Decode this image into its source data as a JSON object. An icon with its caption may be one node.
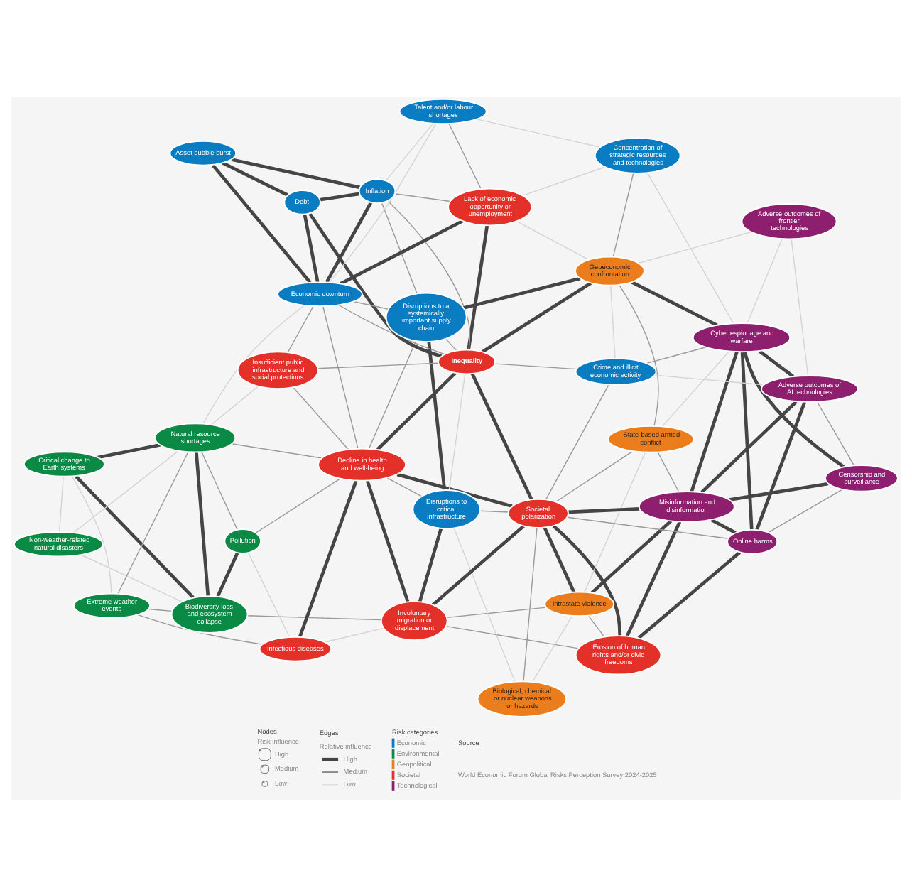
{
  "diagram": {
    "nodes": [
      {
        "text": [
          "Erosion of human rights and/or civic freedoms"
        ]
      },
      {
        "text": [
          "Intrastate violence"
        ]
      },
      {
        "text": [
          "Misinformation and disinformation"
        ]
      },
      {
        "text": [
          "Censorship and surveillance"
        ]
      },
      {
        "text": [
          "State-based armed conflict"
        ]
      },
      {
        "text": [
          "Biodiversity loss and ecosystem collapse"
        ]
      },
      {
        "text": [
          "Biological, chemical or nuclear weapons or hazards"
        ]
      },
      {
        "text": [
          "Pollution"
        ]
      },
      {
        "text": [
          "Involuntary migration or displacement"
        ]
      },
      {
        "text": [
          "Online harms"
        ]
      },
      {
        "text": [
          "Adverse outcomes of AI technologies"
        ]
      },
      {
        "text": [
          "Societal polarization"
        ]
      },
      {
        "text": [
          "Disruptions to critical infrastructure"
        ]
      },
      {
        "text": [
          "Infectious diseases"
        ]
      },
      {
        "text": [
          "Non-weather-related natural disasters"
        ]
      },
      {
        "text": [
          "Cyber espionage and warfare"
        ]
      },
      {
        "text": [
          "Crime and illicit economic activity"
        ]
      },
      {
        "text": [
          "Decline in health and well-being"
        ]
      },
      {
        "text": [
          "Inequality"
        ]
      },
      {
        "text": [
          "Extreme weather events"
        ]
      },
      {
        "text": [
          "Critical change to Earth systems"
        ]
      },
      {
        "text": [
          "Adverse outcomes of frontier technologies"
        ]
      },
      {
        "text": [
          "Geoeconomic confrontation"
        ]
      },
      {
        "text": [
          "Disruptions to a systemically important supply chain"
        ]
      },
      {
        "text": [
          "Insufficient public infrastructure and social protections"
        ]
      },
      {
        "text": [
          "Natural resource shortages"
        ]
      },
      {
        "text": [
          "Lack of economic opportunity or unemployment"
        ]
      },
      {
        "text": [
          "Concentration of strategic resources and technologies"
        ]
      },
      {
        "text": [
          "Inflation"
        ]
      },
      {
        "text": [
          "Talent and/or labour shortages"
        ]
      },
      {
        "text": [
          "Economic downturn"
        ]
      },
      {
        "text": [
          "Debt"
        ]
      },
      {
        "text": [
          "Asset bubble burst"
        ]
      }
    ],
    "edges": [
      {
        "from": 0,
        "to": 1,
        "arrow": "none"
      },
      {
        "from": 0,
        "to": 2,
        "arrow": "none",
        "style": "thick",
        "color": "#454545"
      },
      {
        "from": 0,
        "to": 8,
        "arrow": "none"
      },
      {
        "from": 0,
        "to": 9,
        "arrow": "none",
        "style": "thick",
        "color": "#454545"
      },
      {
        "from": 0,
        "to": 11,
        "arrow": "none",
        "style": "thick",
        "color": "#454545"
      },
      {
        "from": 1,
        "to": 2,
        "arrow": "none",
        "style": "thick",
        "color": "#454545"
      },
      {
        "from": 1,
        "to": 4,
        "arrow": "none",
        "color": "#d4d4d4"
      },
      {
        "from": 1,
        "to": 6,
        "arrow": "none",
        "color": "#d4d4d4"
      },
      {
        "from": 1,
        "to": 8,
        "arrow": "none"
      },
      {
        "from": 1,
        "to": 11,
        "arrow": "none",
        "style": "thick",
        "color": "#454545"
      },
      {
        "from": 2,
        "to": 3,
        "arrow": "none",
        "style": "thick",
        "color": "#454545"
      },
      {
        "from": 2,
        "to": 4,
        "arrow": "none"
      },
      {
        "from": 2,
        "to": 9,
        "arrow": "none",
        "style": "thick",
        "color": "#454545"
      },
      {
        "from": 2,
        "to": 10,
        "arrow": "none",
        "style": "thick",
        "color": "#454545"
      },
      {
        "from": 2,
        "to": 11,
        "arrow": "none",
        "style": "thick",
        "color": "#454545"
      },
      {
        "from": 2,
        "to": 15,
        "arrow": "none",
        "style": "thick",
        "color": "#454545"
      },
      {
        "from": 3,
        "to": 9,
        "arrow": "none"
      },
      {
        "from": 3,
        "to": 10,
        "arrow": "none"
      },
      {
        "from": 3,
        "to": 15,
        "arrow": "none",
        "style": "thick",
        "color": "#454545"
      },
      {
        "from": 4,
        "to": 11,
        "arrow": "none"
      },
      {
        "from": 4,
        "to": 15,
        "arrow": "none",
        "color": "#d4d4d4"
      },
      {
        "from": 4,
        "to": 22,
        "arrow": "none"
      },
      {
        "from": 5,
        "to": 7,
        "arrow": "none",
        "style": "thick",
        "color": "#454545"
      },
      {
        "from": 5,
        "to": 8,
        "arrow": "none"
      },
      {
        "from": 5,
        "to": 14,
        "arrow": "none",
        "color": "#d4d4d4"
      },
      {
        "from": 5,
        "to": 19,
        "arrow": "none"
      },
      {
        "from": 5,
        "to": 20,
        "arrow": "none",
        "style": "thick",
        "color": "#454545"
      },
      {
        "from": 5,
        "to": 25,
        "arrow": "none",
        "style": "thick",
        "color": "#454545"
      },
      {
        "from": 6,
        "to": 11,
        "arrow": "none"
      },
      {
        "from": 6,
        "to": 12,
        "arrow": "none",
        "color": "#d4d4d4"
      },
      {
        "from": 7,
        "to": 13,
        "arrow": "none",
        "color": "#d4d4d4"
      },
      {
        "from": 7,
        "to": 17,
        "arrow": "none"
      },
      {
        "from": 7,
        "to": 25,
        "arrow": "none"
      },
      {
        "from": 8,
        "to": 11,
        "arrow": "none",
        "style": "thick",
        "color": "#454545"
      },
      {
        "from": 8,
        "to": 12,
        "arrow": "none",
        "style": "thick",
        "color": "#454545"
      },
      {
        "from": 8,
        "to": 13,
        "arrow": "none",
        "color": "#d4d4d4"
      },
      {
        "from": 8,
        "to": 17,
        "arrow": "none",
        "style": "thick",
        "color": "#454545"
      },
      {
        "from": 9,
        "to": 10,
        "arrow": "none",
        "style": "thick",
        "color": "#454545"
      },
      {
        "from": 9,
        "to": 11,
        "arrow": "none"
      },
      {
        "from": 9,
        "to": 15,
        "arrow": "none",
        "style": "thick",
        "color": "#454545"
      },
      {
        "from": 10,
        "to": 15,
        "arrow": "none",
        "style": "thick",
        "color": "#454545"
      },
      {
        "from": 10,
        "to": 16,
        "arrow": "none",
        "color": "#d4d4d4"
      },
      {
        "from": 10,
        "to": 21,
        "arrow": "none",
        "color": "#d4d4d4"
      },
      {
        "from": 11,
        "to": 12,
        "arrow": "none"
      },
      {
        "from": 11,
        "to": 16,
        "arrow": "none"
      },
      {
        "from": 11,
        "to": 17,
        "arrow": "none",
        "style": "thick",
        "color": "#454545"
      },
      {
        "from": 11,
        "to": 18,
        "arrow": "none",
        "style": "thick",
        "color": "#454545"
      },
      {
        "from": 12,
        "to": 17,
        "arrow": "none"
      },
      {
        "from": 12,
        "to": 18,
        "arrow": "none",
        "color": "#d4d4d4"
      },
      {
        "from": 12,
        "to": 23,
        "arrow": "none",
        "style": "thick",
        "color": "#454545"
      },
      {
        "from": 13,
        "to": 17,
        "arrow": "none",
        "style": "thick",
        "color": "#454545"
      },
      {
        "from": 13,
        "to": 19,
        "arrow": "none"
      },
      {
        "from": 14,
        "to": 20,
        "arrow": "none",
        "color": "#d4d4d4"
      },
      {
        "from": 14,
        "to": 25,
        "arrow": "none",
        "color": "#d4d4d4"
      },
      {
        "from": 15,
        "to": 16,
        "arrow": "none"
      },
      {
        "from": 15,
        "to": 21,
        "arrow": "none",
        "color": "#d4d4d4"
      },
      {
        "from": 15,
        "to": 22,
        "arrow": "none",
        "style": "thick",
        "color": "#454545"
      },
      {
        "from": 15,
        "to": 27,
        "arrow": "none",
        "color": "#d4d4d4"
      },
      {
        "from": 16,
        "to": 18,
        "arrow": "none"
      },
      {
        "from": 16,
        "to": 22,
        "arrow": "none",
        "color": "#d4d4d4"
      },
      {
        "from": 17,
        "to": 18,
        "arrow": "none",
        "style": "thick",
        "color": "#454545"
      },
      {
        "from": 17,
        "to": 23,
        "arrow": "none"
      },
      {
        "from": 17,
        "to": 24,
        "arrow": "none"
      },
      {
        "from": 17,
        "to": 25,
        "arrow": "none"
      },
      {
        "from": 17,
        "to": 30,
        "arrow": "none"
      },
      {
        "from": 18,
        "to": 22,
        "arrow": "none",
        "style": "thick",
        "color": "#454545"
      },
      {
        "from": 18,
        "to": 23,
        "arrow": "none"
      },
      {
        "from": 18,
        "to": 24,
        "arrow": "none"
      },
      {
        "from": 18,
        "to": 26,
        "arrow": "none",
        "style": "thick",
        "color": "#454545"
      },
      {
        "from": 18,
        "to": 28,
        "arrow": "none"
      },
      {
        "from": 18,
        "to": 30,
        "arrow": "none"
      },
      {
        "from": 18,
        "to": 31,
        "arrow": "none",
        "style": "thick",
        "color": "#454545"
      },
      {
        "from": 19,
        "to": 20,
        "arrow": "none",
        "color": "#d4d4d4"
      },
      {
        "from": 19,
        "to": 25,
        "arrow": "none"
      },
      {
        "from": 20,
        "to": 25,
        "arrow": "none",
        "style": "thick",
        "color": "#454545"
      },
      {
        "from": 21,
        "to": 22,
        "arrow": "none",
        "color": "#d4d4d4"
      },
      {
        "from": 22,
        "to": 23,
        "arrow": "none",
        "style": "thick",
        "color": "#454545"
      },
      {
        "from": 22,
        "to": 26,
        "arrow": "none",
        "color": "#d4d4d4"
      },
      {
        "from": 22,
        "to": 27,
        "arrow": "none"
      },
      {
        "from": 23,
        "to": 28,
        "arrow": "none"
      },
      {
        "from": 23,
        "to": 30,
        "arrow": "none"
      },
      {
        "from": 24,
        "to": 25,
        "arrow": "none",
        "color": "#d4d4d4"
      },
      {
        "from": 24,
        "to": 30,
        "arrow": "none"
      },
      {
        "from": 25,
        "to": 30,
        "arrow": "none",
        "color": "#d4d4d4"
      },
      {
        "from": 26,
        "to": 27,
        "arrow": "none",
        "color": "#d4d4d4"
      },
      {
        "from": 26,
        "to": 28,
        "arrow": "none"
      },
      {
        "from": 26,
        "to": 29,
        "arrow": "none"
      },
      {
        "from": 26,
        "to": 30,
        "arrow": "none",
        "style": "thick",
        "color": "#454545"
      },
      {
        "from": 27,
        "to": 29,
        "arrow": "none",
        "color": "#d4d4d4"
      },
      {
        "from": 28,
        "to": 29,
        "arrow": "none",
        "color": "#d4d4d4"
      },
      {
        "from": 28,
        "to": 30,
        "arrow": "none",
        "style": "thick",
        "color": "#454545"
      },
      {
        "from": 28,
        "to": 31,
        "arrow": "none",
        "style": "thick",
        "color": "#454545"
      },
      {
        "from": 28,
        "to": 32,
        "arrow": "none",
        "style": "thick",
        "color": "#454545"
      },
      {
        "from": 29,
        "to": 30,
        "arrow": "none",
        "color": "#d4d4d4"
      },
      {
        "from": 30,
        "to": 31,
        "arrow": "none",
        "style": "thick",
        "color": "#454545"
      },
      {
        "from": 30,
        "to": 32,
        "arrow": "none",
        "style": "thick",
        "color": "#454545"
      },
      {
        "from": 31,
        "to": 32,
        "arrow": "none",
        "style": "thick",
        "color": "#454545"
      }
    ],
    "labels": [
      "Nodes",
      "Risk influence",
      "Edges",
      "Relative influence",
      "Risk categories",
      "Source",
      "World Economic Forum Global Risks Perception Survey 2024-2025"
    ],
    "legend": [
      {
        "text": "High"
      },
      {
        "text": "Medium"
      },
      {
        "text": "Low"
      },
      {
        "text": "High"
      },
      {
        "text": "Medium"
      },
      {
        "text": "Low"
      },
      {
        "text": "Economic",
        "color": "#0a7cc1"
      },
      {
        "text": "Environmental",
        "color": "#0b8a46"
      },
      {
        "text": "Geopolitical",
        "color": "#ec7d1c"
      },
      {
        "text": "Societal",
        "color": "#e3312a"
      },
      {
        "text": "Technological",
        "color": "#8e1e6e"
      }
    ]
  }
}
